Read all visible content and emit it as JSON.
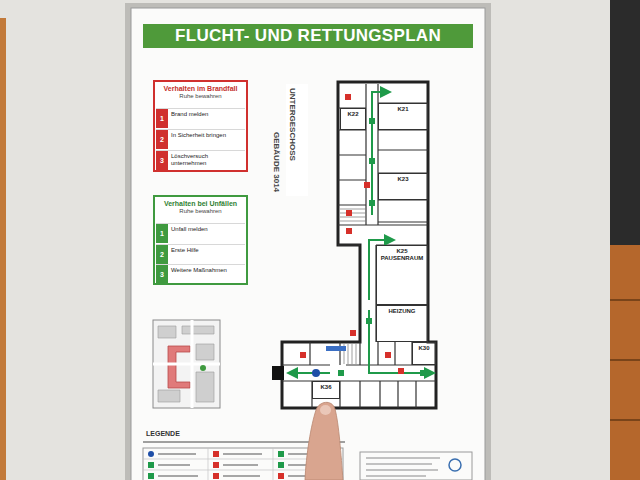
{
  "diagram": {
    "title": "FLUCHT- UND RETTUNGSPLAN",
    "nodes": [
      {
        "text": [
          "Verhalten im Brandfall",
          "Ruhe bewahren"
        ]
      },
      {
        "text": [
          "1",
          "Brand melden"
        ],
        "in": 0
      },
      {
        "text": [
          "2",
          "In Sicherheit bringen"
        ],
        "in": 0
      },
      {
        "text": [
          "3",
          "Löschversuch unternehmen"
        ],
        "in": 0
      },
      {
        "text": [
          "Verhalten bei Unfällen",
          "Ruhe bewahren"
        ]
      },
      {
        "text": [
          "1",
          "Unfall melden"
        ],
        "in": 4
      },
      {
        "text": [
          "2",
          "Erste Hilfe"
        ],
        "in": 4
      },
      {
        "text": [
          "3",
          "Weitere Maßnahmen"
        ],
        "in": 4
      },
      {
        "text": [
          "K22"
        ]
      },
      {
        "text": [
          "K21"
        ]
      },
      {
        "text": [
          "K23"
        ]
      },
      {
        "text": [
          "K25 PAUSENRAUM"
        ]
      },
      {
        "text": [
          "HEIZUNG"
        ]
      },
      {
        "text": [
          "K30"
        ]
      },
      {
        "text": [
          "K36"
        ]
      },
      {
        "text": [
          "LEGENDE"
        ]
      }
    ],
    "labels": [
      "GEBÄUDE 3014",
      "UNTERGESCHOSS"
    ]
  }
}
